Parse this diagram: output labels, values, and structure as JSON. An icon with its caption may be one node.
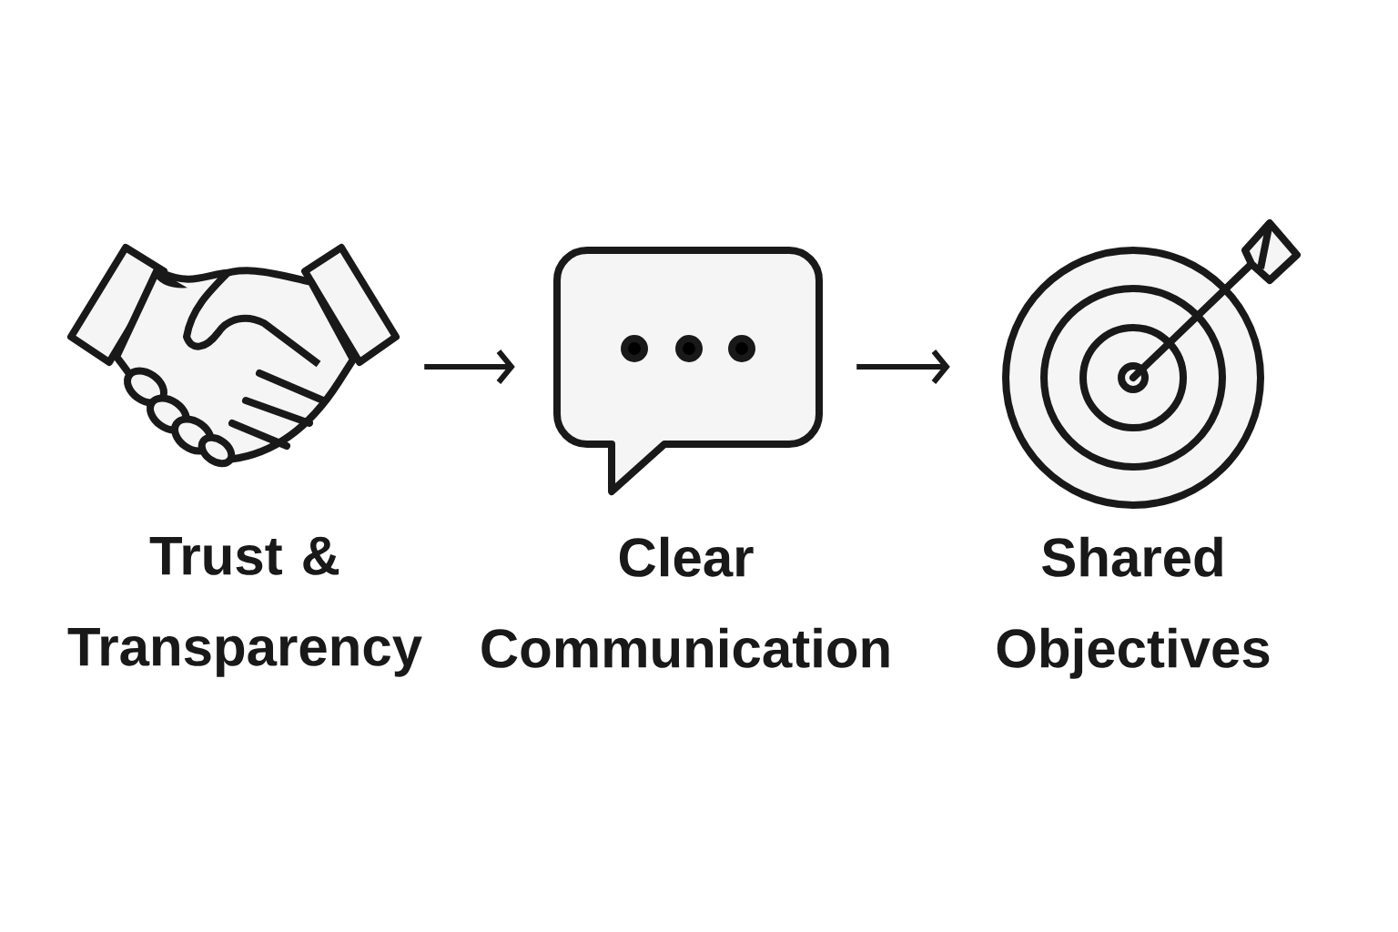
{
  "diagram": {
    "nodes": [
      {
        "text": [
          "Trust & Transparency"
        ]
      },
      {
        "text": [
          "Clear Communication"
        ]
      },
      {
        "text": [
          "Shared Objectives"
        ]
      }
    ],
    "edges": [
      {
        "from": 0,
        "to": 1,
        "arrow": "to"
      },
      {
        "from": 1,
        "to": 2,
        "arrow": "to"
      }
    ]
  }
}
